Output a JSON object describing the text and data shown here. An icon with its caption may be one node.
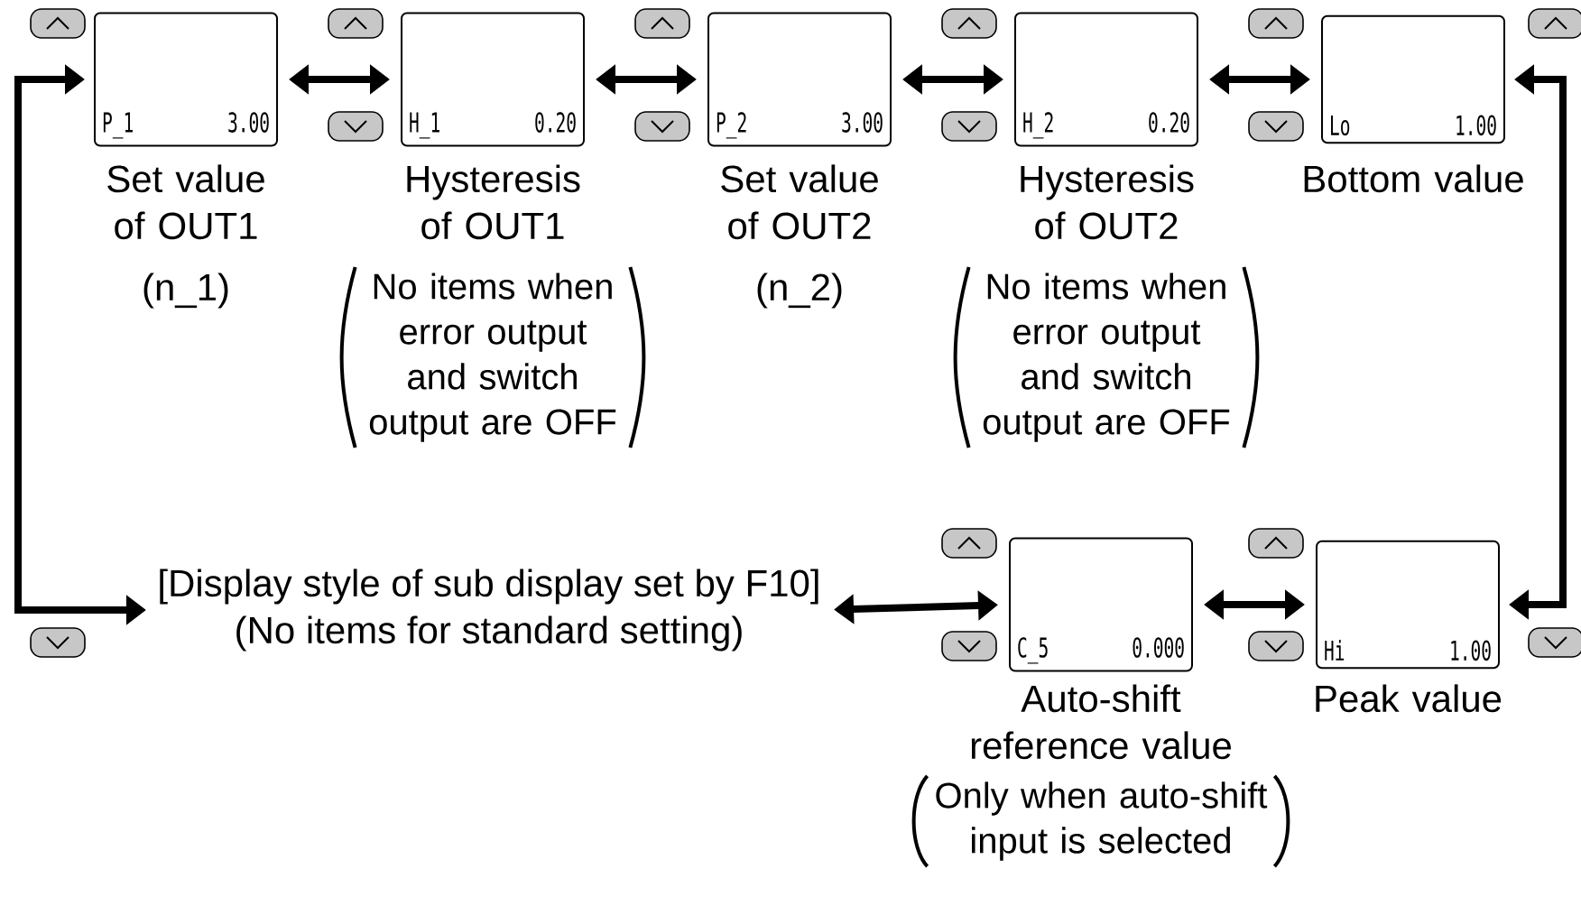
{
  "diagram": {
    "nodes": [
      {
        "text": [
          "P_1",
          "3.00"
        ],
        "beside": [
          "Set value of OUT1",
          "(n_1)"
        ]
      },
      {
        "text": [
          "H_1",
          "0.20"
        ],
        "beside": [
          "Hysteresis of OUT1",
          "No items when error output and switch output are OFF"
        ]
      },
      {
        "text": [
          "P_2",
          "3.00"
        ],
        "beside": [
          "Set value of OUT2",
          "(n_2)"
        ]
      },
      {
        "text": [
          "H_2",
          "0.20"
        ],
        "beside": [
          "Hysteresis of OUT2",
          "No items when error output and switch output are OFF"
        ]
      },
      {
        "text": [
          "Lo",
          "1.00"
        ],
        "beside": [
          "Bottom value"
        ]
      },
      {
        "text": [
          "[Display style of sub display set by F10]",
          "(No items for standard setting)"
        ]
      },
      {
        "text": [
          "C_5",
          "0.000"
        ],
        "beside": [
          "Auto-shift reference value",
          "Only when auto-shift input is selected"
        ]
      },
      {
        "text": [
          "Hi",
          "1.00"
        ],
        "beside": [
          "Peak value"
        ]
      }
    ],
    "edges": [
      {
        "from": 0,
        "to": 1,
        "arrow": "both"
      },
      {
        "from": 1,
        "to": 2,
        "arrow": "both"
      },
      {
        "from": 2,
        "to": 3,
        "arrow": "both"
      },
      {
        "from": 3,
        "to": 4,
        "arrow": "both"
      },
      {
        "from": 4,
        "to": 7,
        "arrow": "both"
      },
      {
        "from": 7,
        "to": 6,
        "arrow": "both"
      },
      {
        "from": 6,
        "to": 5,
        "arrow": "both"
      },
      {
        "from": 5,
        "to": 0,
        "arrow": "both"
      }
    ]
  }
}
